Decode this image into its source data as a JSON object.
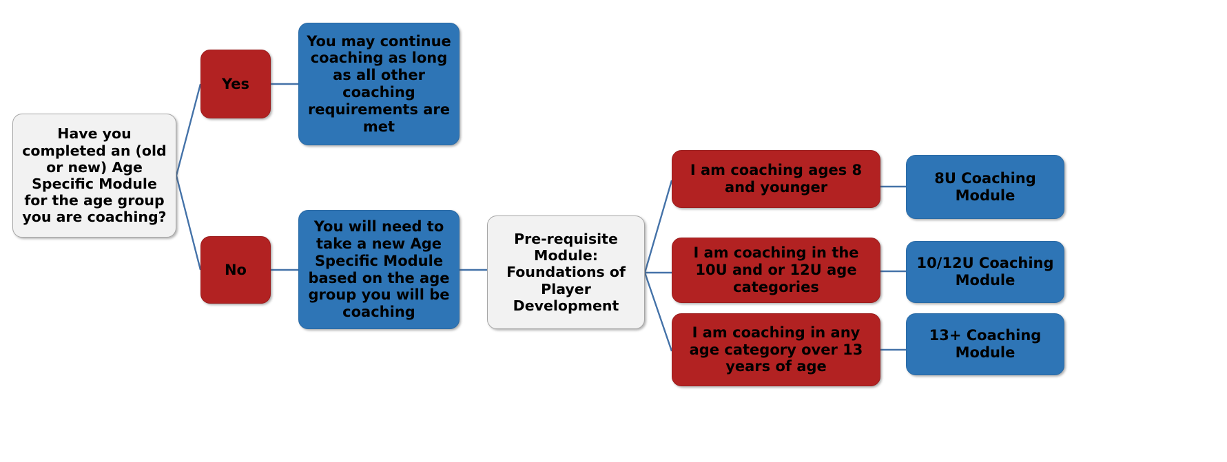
{
  "diagram": {
    "title": "Age Specific Module Coaching Requirement Decision Flowchart",
    "colors": {
      "red": "#B22222",
      "blue": "#2E75B6",
      "gray": "#F2F2F2",
      "gray_border": "#A6A6A6",
      "connector": "#4472A8",
      "text": "#000000",
      "background": "#FFFFFF"
    },
    "nodes": {
      "root_question": "Have you completed an (old or new) Age Specific Module for the age group you are coaching?",
      "answer_yes": "Yes",
      "answer_no": "No",
      "yes_outcome": "You may continue coaching as long as all other coaching requirements are met",
      "no_outcome": "You will need to take a new Age Specific Module based on the age group you will be coaching",
      "prerequisite": "Pre-requisite Module: Foundations of Player Development",
      "age_option_1": "I am coaching ages 8 and younger",
      "age_option_2": "I am coaching in the 10U and or 12U age categories",
      "age_option_3": "I am coaching in any age category over 13 years of age",
      "module_1": "8U Coaching Module",
      "module_2": "10/12U Coaching Module",
      "module_3": "13+ Coaching Module"
    }
  }
}
